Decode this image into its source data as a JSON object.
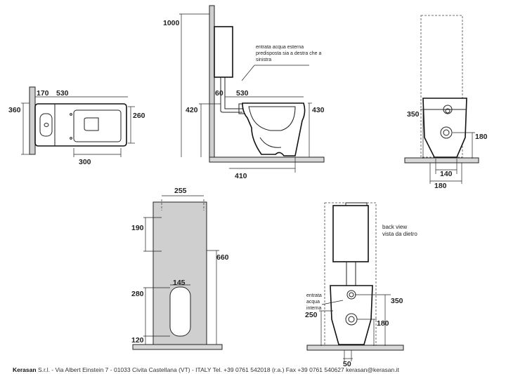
{
  "top_view": {
    "d170": "170",
    "d530": "530",
    "d360": "360",
    "d260": "260",
    "d300": "300"
  },
  "side_view": {
    "d1000": "1000",
    "d60": "60",
    "d530": "530",
    "d420": "420",
    "d430": "430",
    "d410": "410",
    "note": [
      "entrata acqua esterna",
      "predisposta sia a destra che a",
      "sinistra"
    ]
  },
  "front_view": {
    "d350": "350",
    "d180": "180",
    "d140": "140",
    "d180b": "180"
  },
  "wall_view": {
    "d255": "255",
    "d190": "190",
    "d660": "660",
    "d145": "145",
    "d280": "280",
    "d120": "120"
  },
  "back_view": {
    "title": [
      "back view",
      "vista da dietro"
    ],
    "inlet": [
      "entrata",
      "acqua",
      "interna"
    ],
    "d350": "350",
    "d250": "250",
    "d180": "180",
    "d50": "50"
  },
  "footer": {
    "brand": "Kerasan",
    "text": "S.r.l. - Via Albert Einstein 7 - 01033 Civita Castellana (VT) - ITALY Tel. +39 0761 542018 (r.a.) Fax +39 0761 540627 kerasan@kerasan.it"
  }
}
